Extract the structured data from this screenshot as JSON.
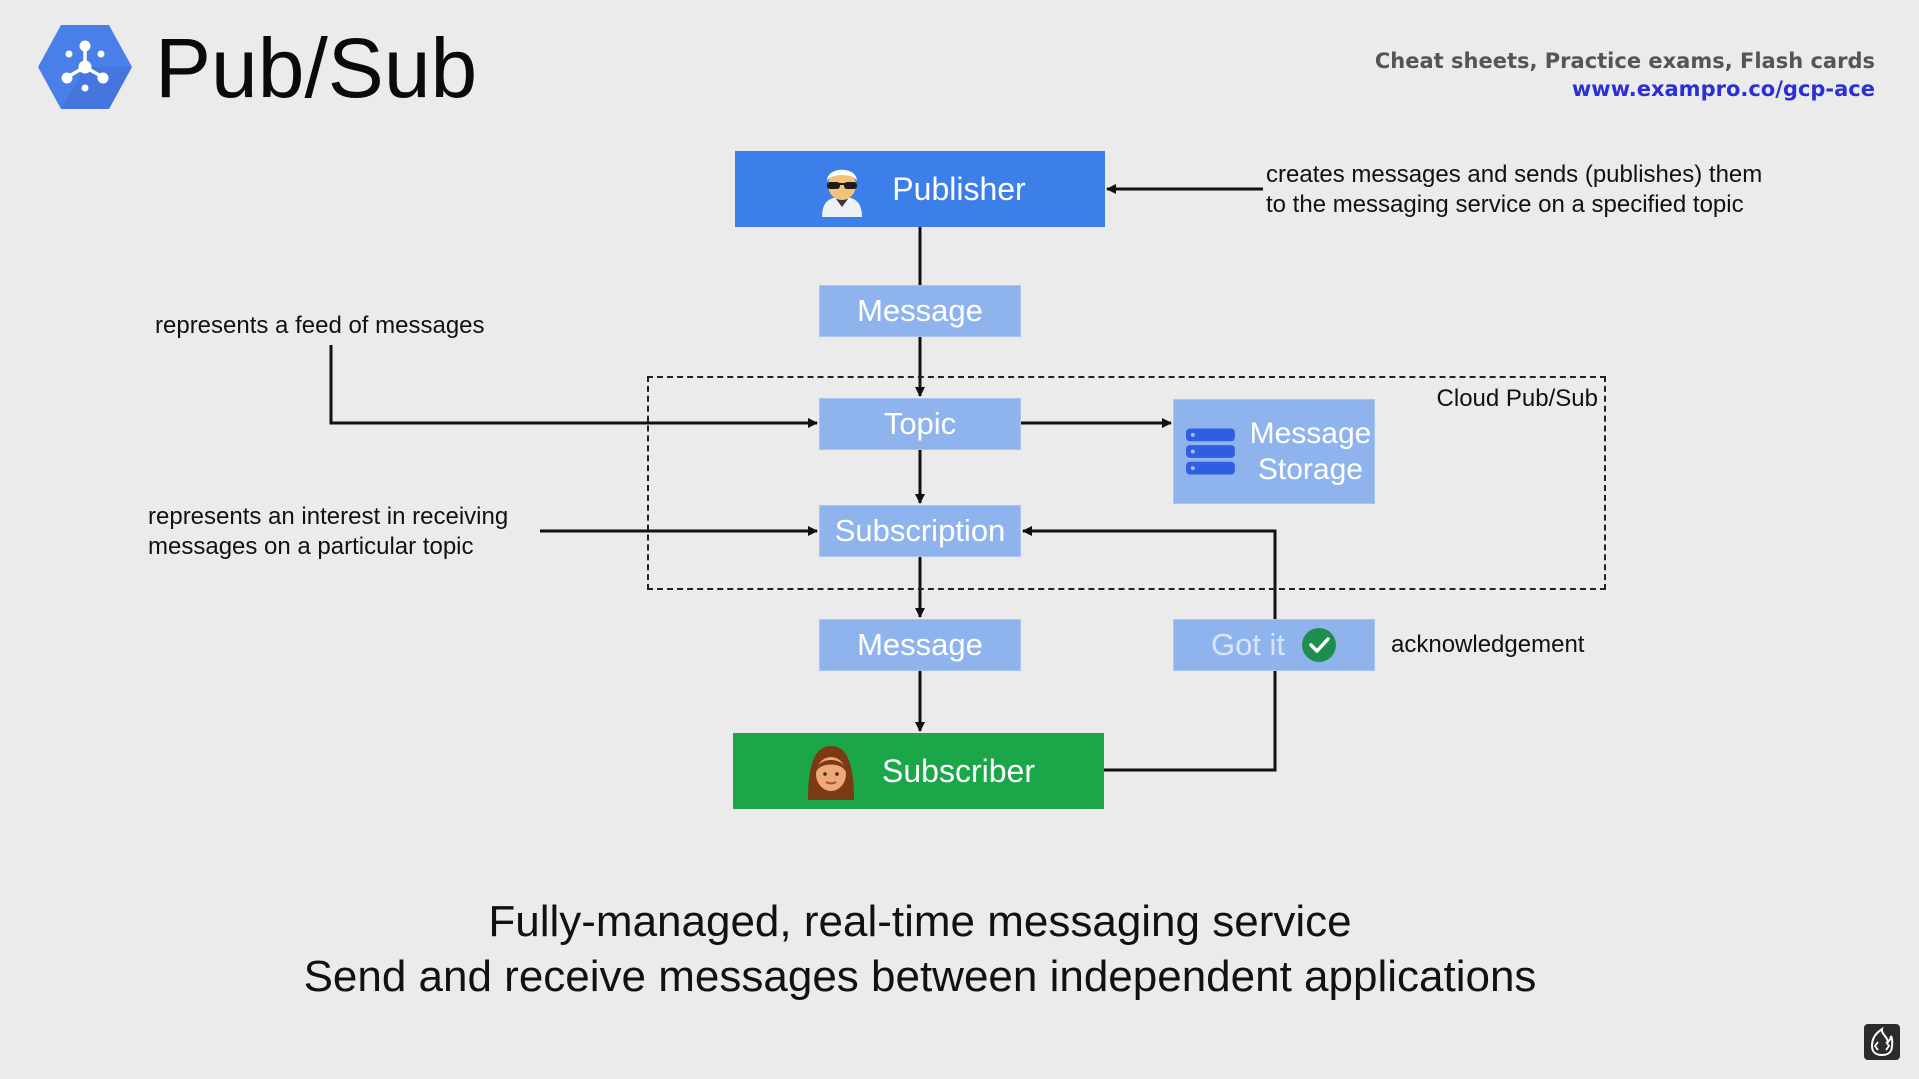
{
  "header": {
    "title": "Pub/Sub",
    "promo_line": "Cheat sheets, Practice exams, Flash cards",
    "promo_link": "www.exampro.co/gcp-ace",
    "logo_icon": "pubsub-hexagon-icon",
    "accent_color": "#4a7ee8",
    "link_color": "#2b2fd6"
  },
  "diagram": {
    "publisher": "Publisher",
    "message_top": "Message",
    "topic": "Topic",
    "message_storage": "Message Storage",
    "subscription": "Subscription",
    "message_bottom": "Message",
    "got_it": "Got it",
    "subscriber": "Subscriber",
    "cloud_pubsub_label": "Cloud Pub/Sub",
    "colors": {
      "publisher": "#3d7fe8",
      "subscriber": "#1ba64a",
      "light_box": "#8fb4ed"
    }
  },
  "notes": {
    "publisher_line1": "creates messages and sends (publishes) them",
    "publisher_line2": "to the messaging service on a specified topic",
    "topic": "represents a feed of messages",
    "subscription_line1": "represents an interest in receiving",
    "subscription_line2": "messages on a particular topic",
    "acknowledgement": "acknowledgement"
  },
  "footer": {
    "line1": "Fully-managed, real-time messaging service",
    "line2": "Send and receive messages between independent applications"
  }
}
